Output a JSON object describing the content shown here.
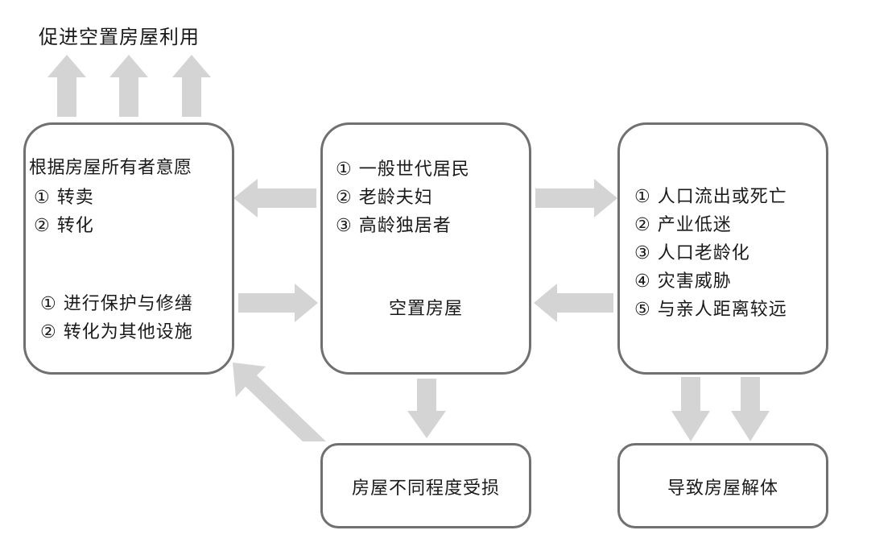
{
  "top_label": "促进空置房屋利用",
  "left_box": {
    "title": "根据房屋所有者意愿",
    "upper_items": [
      "① 转卖",
      "② 转化"
    ],
    "lower_items": [
      "① 进行保护与修缮",
      "② 转化为其他设施"
    ]
  },
  "center_box": {
    "items": [
      "① 一般世代居民",
      "② 老龄夫妇",
      "③ 高龄独居者"
    ],
    "label": "空置房屋"
  },
  "right_box": {
    "items": [
      "① 人口流出或死亡",
      "② 产业低迷",
      "③ 人口老龄化",
      "④ 灾害威胁",
      "⑤ 与亲人距离较远"
    ]
  },
  "damage_box": {
    "label": "房屋不同程度受损"
  },
  "demolish_box": {
    "label": "导致房屋解体"
  },
  "colors": {
    "arrow": "#d4d4d4",
    "border": "#707070",
    "text": "#1a1a1a"
  }
}
